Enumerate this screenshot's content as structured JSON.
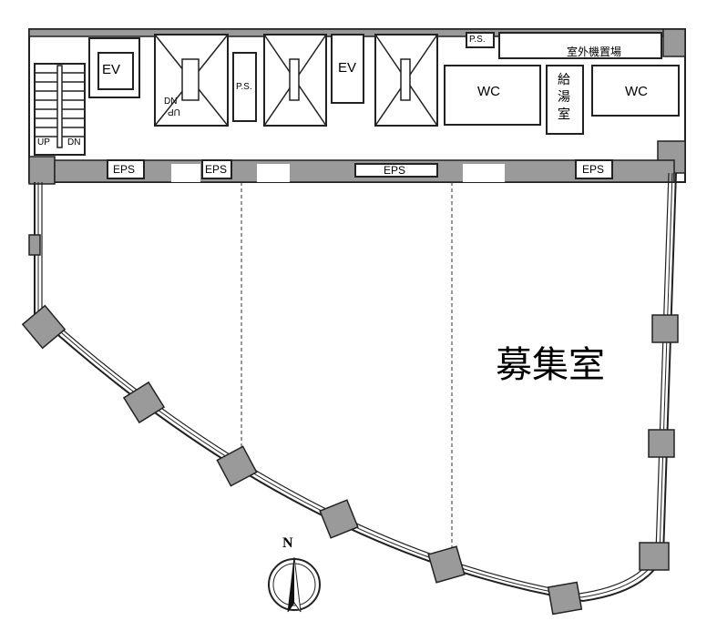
{
  "core": {
    "ev_left": "EV",
    "ev_center": "EV",
    "ps_center": "P.S.",
    "ps_top": "P.S.",
    "outdoor_unit_area": "室外機置場",
    "wc_left": "WC",
    "wc_right": "WC",
    "pantry": [
      "給",
      "湯",
      "室"
    ],
    "eps": [
      "EPS",
      "EPS",
      "EPS",
      "EPS"
    ],
    "stair_left_up": "UP",
    "stair_left_dn": "DN",
    "stair2_dn": "DN",
    "stair2_up": "UP"
  },
  "main_room_label": "募集室",
  "compass_label": "N"
}
